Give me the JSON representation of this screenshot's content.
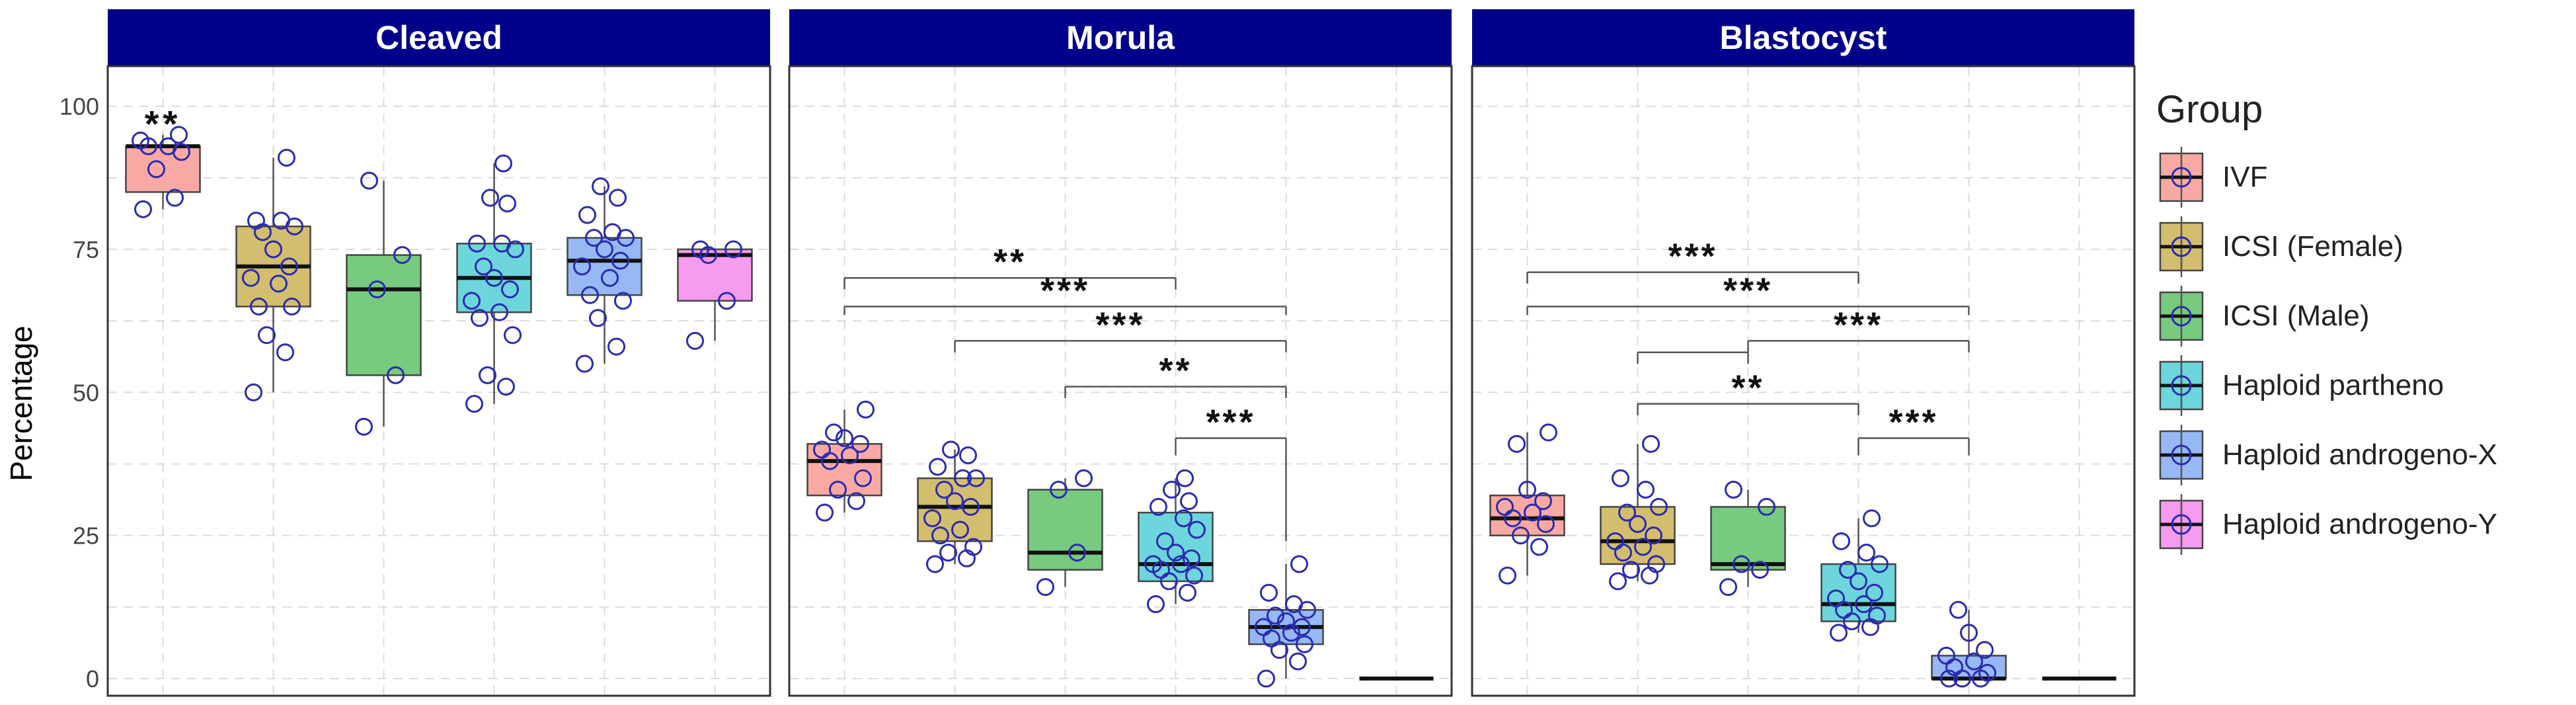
{
  "chart_data": {
    "type": "boxplot",
    "ylabel": "Percentage",
    "xlabel": "",
    "ylim": [
      -3,
      107
    ],
    "yticks": [
      0,
      25,
      50,
      75,
      100
    ],
    "grid": true,
    "legend": {
      "title": "Group",
      "placement": "right",
      "entries": [
        {
          "label": "IVF",
          "color": "#F8A9A3"
        },
        {
          "label": "ICSI (Female)",
          "color": "#D3BD6E"
        },
        {
          "label": "ICSI (Male)",
          "color": "#77CA7E"
        },
        {
          "label": "Haploid partheno",
          "color": "#6DD5DC"
        },
        {
          "label": "Haploid androgeno-X",
          "color": "#96B8F5"
        },
        {
          "label": "Haploid androgeno-Y",
          "color": "#F59BF0"
        }
      ]
    },
    "colors": {
      "strip_bg": "#00008B",
      "strip_text": "#FFFFFF",
      "point_stroke": "#2B2BB0",
      "grid": "#DCDCDC",
      "panel_border": "#333333"
    },
    "panels": [
      {
        "title": "Cleaved",
        "boxes": [
          {
            "q1": 85,
            "median": 93,
            "q3": 93,
            "whisker_low": 82,
            "whisker_high": 95,
            "points": [
              82,
              84,
              89,
              92,
              93,
              93,
              94,
              95
            ]
          },
          {
            "q1": 65,
            "median": 72,
            "q3": 79,
            "whisker_low": 50,
            "whisker_high": 91,
            "points": [
              50,
              57,
              60,
              65,
              65,
              69,
              70,
              72,
              75,
              78,
              79,
              80,
              80,
              91
            ]
          },
          {
            "q1": 53,
            "median": 68,
            "q3": 74,
            "whisker_low": 44,
            "whisker_high": 87,
            "points": [
              44,
              53,
              68,
              74,
              87
            ]
          },
          {
            "q1": 64,
            "median": 70,
            "q3": 76,
            "whisker_low": 48,
            "whisker_high": 90,
            "points": [
              48,
              51,
              53,
              60,
              63,
              64,
              66,
              68,
              70,
              72,
              75,
              76,
              76,
              83,
              84,
              90
            ]
          },
          {
            "q1": 67,
            "median": 73,
            "q3": 77,
            "whisker_low": 55,
            "whisker_high": 86,
            "points": [
              55,
              58,
              63,
              66,
              67,
              70,
              72,
              73,
              75,
              77,
              77,
              78,
              81,
              84,
              86
            ]
          },
          {
            "q1": 66,
            "median": 74,
            "q3": 75,
            "whisker_low": 59,
            "whisker_high": 75,
            "points": [
              59,
              66,
              74,
              75,
              75
            ]
          }
        ],
        "annotations": [
          {
            "type": "text",
            "label": "**",
            "group": 1,
            "y": 97
          }
        ]
      },
      {
        "title": "Morula",
        "boxes": [
          {
            "q1": 32,
            "median": 38,
            "q3": 41,
            "whisker_low": 29,
            "whisker_high": 47,
            "points": [
              29,
              31,
              33,
              35,
              38,
              39,
              40,
              41,
              42,
              43,
              47
            ]
          },
          {
            "q1": 24,
            "median": 30,
            "q3": 35,
            "whisker_low": 20,
            "whisker_high": 40,
            "points": [
              20,
              21,
              22,
              23,
              25,
              26,
              28,
              30,
              31,
              33,
              35,
              35,
              37,
              39,
              40
            ]
          },
          {
            "q1": 19,
            "median": 22,
            "q3": 33,
            "whisker_low": 16,
            "whisker_high": 35,
            "points": [
              16,
              22,
              33,
              35
            ]
          },
          {
            "q1": 17,
            "median": 20,
            "q3": 29,
            "whisker_low": 13,
            "whisker_high": 35,
            "points": [
              13,
              15,
              17,
              18,
              19,
              20,
              20,
              21,
              22,
              24,
              26,
              28,
              30,
              31,
              33,
              35
            ]
          },
          {
            "q1": 6,
            "median": 9,
            "q3": 12,
            "whisker_low": 0,
            "whisker_high": 20,
            "points": [
              0,
              3,
              5,
              6,
              7,
              8,
              9,
              9,
              10,
              11,
              12,
              13,
              15,
              20
            ]
          },
          {
            "q1": 0,
            "median": 0,
            "q3": 0,
            "whisker_low": 0,
            "whisker_high": 0,
            "points": []
          }
        ],
        "annotations": [
          {
            "type": "bracket",
            "label": "**",
            "from": 1,
            "to": 4,
            "y": 70,
            "tick_left": 2,
            "tick_right": 2
          },
          {
            "type": "bracket",
            "label": "***",
            "from": 1,
            "to": 5,
            "y": 65,
            "tick_left": 1.5,
            "tick_right": 1.5
          },
          {
            "type": "bracket",
            "label": "***",
            "from": 2,
            "to": 5,
            "y": 59,
            "tick_left": 2,
            "tick_right": 2
          },
          {
            "type": "bracket",
            "label": "**",
            "from": 3,
            "to": 5,
            "y": 51,
            "tick_left": 2,
            "tick_right": 2
          },
          {
            "type": "bracket",
            "label": "***",
            "from": 4,
            "to": 5,
            "y": 42,
            "tick_left": 3,
            "tick_right": 18
          }
        ]
      },
      {
        "title": "Blastocyst",
        "boxes": [
          {
            "q1": 25,
            "median": 28,
            "q3": 32,
            "whisker_low": 18,
            "whisker_high": 43,
            "points": [
              18,
              23,
              25,
              27,
              28,
              29,
              30,
              31,
              33,
              41,
              43
            ]
          },
          {
            "q1": 20,
            "median": 24,
            "q3": 30,
            "whisker_low": 17,
            "whisker_high": 41,
            "points": [
              17,
              18,
              19,
              20,
              22,
              23,
              24,
              25,
              27,
              29,
              30,
              33,
              35,
              41
            ]
          },
          {
            "q1": 19,
            "median": 20,
            "q3": 30,
            "whisker_low": 16,
            "whisker_high": 33,
            "points": [
              16,
              19,
              20,
              30,
              33
            ]
          },
          {
            "q1": 10,
            "median": 13,
            "q3": 20,
            "whisker_low": 8,
            "whisker_high": 28,
            "points": [
              8,
              9,
              10,
              11,
              12,
              13,
              14,
              15,
              17,
              19,
              20,
              22,
              24,
              28
            ]
          },
          {
            "q1": 0,
            "median": 0,
            "q3": 4,
            "whisker_low": 0,
            "whisker_high": 12,
            "points": [
              0,
              0,
              0,
              1,
              2,
              3,
              4,
              5,
              8,
              12
            ]
          },
          {
            "q1": 0,
            "median": 0,
            "q3": 0,
            "whisker_low": 0,
            "whisker_high": 0,
            "points": []
          }
        ],
        "annotations": [
          {
            "type": "bracket",
            "label": "***",
            "from": 1,
            "to": 4,
            "y": 71,
            "tick_left": 2,
            "tick_right": 2
          },
          {
            "type": "bracket",
            "label": "***",
            "from": 1,
            "to": 5,
            "y": 65,
            "tick_left": 1.5,
            "tick_right": 1.5
          },
          {
            "type": "bracket",
            "label": "***",
            "from": 3,
            "to": 5,
            "y": 59,
            "tick_left": 2,
            "tick_right": 2
          },
          {
            "type": "bracket",
            "label": "",
            "from": 2,
            "to": 3,
            "y": 57,
            "tick_left": 2,
            "tick_right": 2
          },
          {
            "type": "bracket",
            "label": "**",
            "from": 2,
            "to": 4,
            "y": 48,
            "tick_left": 2,
            "tick_right": 2
          },
          {
            "type": "bracket",
            "label": "***",
            "from": 4,
            "to": 5,
            "y": 42,
            "tick_left": 3,
            "tick_right": 3
          }
        ]
      }
    ]
  }
}
